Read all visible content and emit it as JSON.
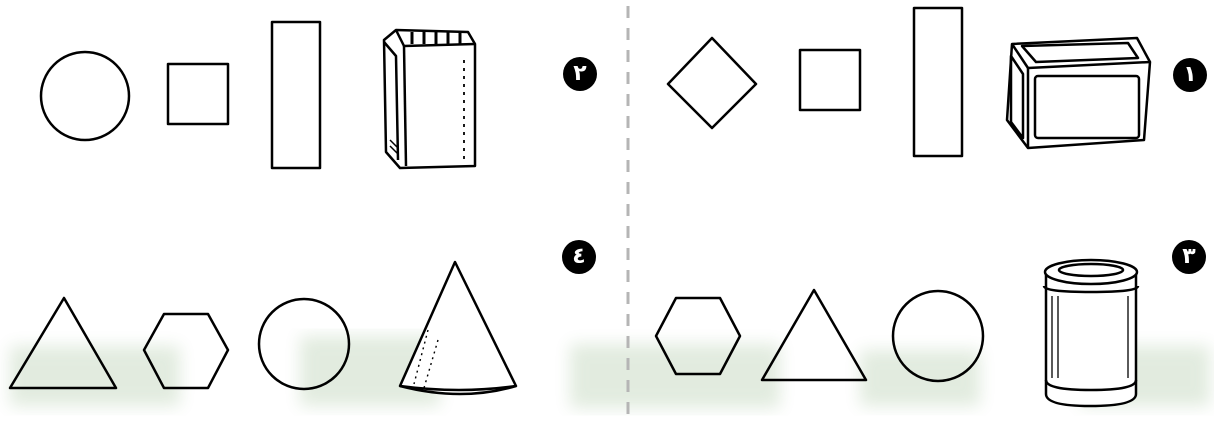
{
  "exercise_numbers": {
    "one": "١",
    "two": "٢",
    "three": "٣",
    "four": "٤"
  },
  "colors": {
    "ink": "#000000",
    "divider": "#b5b5b5",
    "watermark": "#4f8a3c"
  },
  "icons": {
    "1": [
      "cube-icon",
      "rectangle-icon",
      "square-icon",
      "diamond-icon"
    ],
    "2": [
      "cuboid-box-icon",
      "rectangle-icon",
      "square-icon",
      "circle-icon"
    ],
    "3": [
      "cylinder-can-icon",
      "circle-icon",
      "triangle-icon",
      "hexagon-icon"
    ],
    "4": [
      "cone-icon",
      "circle-icon",
      "hexagon-icon",
      "triangle-icon"
    ]
  }
}
